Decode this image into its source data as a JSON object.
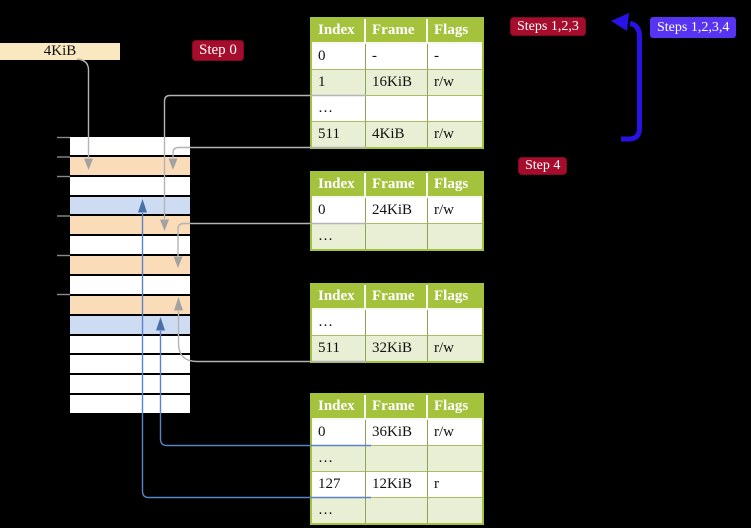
{
  "legend": {
    "page_size_label": "4KiB"
  },
  "badges": {
    "step0": "Step 0",
    "steps123": "Steps 1,2,3",
    "steps1234": "Steps 1,2,3,4",
    "step4": "Step 4"
  },
  "tables": [
    {
      "headers": [
        "Index",
        "Frame",
        "Flags"
      ],
      "rows": [
        {
          "cells": [
            "0",
            "-",
            "-"
          ]
        },
        {
          "cells": [
            "1",
            "16KiB",
            "r/w"
          ]
        },
        {
          "cells": [
            "…",
            "",
            ""
          ]
        },
        {
          "cells": [
            "511",
            "4KiB",
            "r/w"
          ],
          "highlight": true
        }
      ]
    },
    {
      "headers": [
        "Index",
        "Frame",
        "Flags"
      ],
      "rows": [
        {
          "cells": [
            "0",
            "24KiB",
            "r/w"
          ]
        },
        {
          "cells": [
            "…",
            "",
            ""
          ]
        }
      ]
    },
    {
      "headers": [
        "Index",
        "Frame",
        "Flags"
      ],
      "rows": [
        {
          "cells": [
            "…",
            "",
            ""
          ]
        },
        {
          "cells": [
            "511",
            "32KiB",
            "r/w"
          ]
        }
      ]
    },
    {
      "headers": [
        "Index",
        "Frame",
        "Flags"
      ],
      "rows": [
        {
          "cells": [
            "0",
            "36KiB",
            "r/w"
          ]
        },
        {
          "cells": [
            "…",
            "",
            ""
          ]
        },
        {
          "cells": [
            "127",
            "12KiB",
            "r"
          ]
        },
        {
          "cells": [
            "…",
            "",
            ""
          ]
        }
      ]
    }
  ],
  "memory": {
    "cells": [
      "white",
      "peach",
      "white",
      "blue",
      "peach",
      "white",
      "peach",
      "white",
      "peach",
      "blue",
      "white",
      "white",
      "white",
      "white"
    ]
  },
  "colors": {
    "header_green": "#a4c23c",
    "row_green": "#e9efd4",
    "highlight_yellow": "#ffff9d",
    "frame_peach": "#fbdcb9",
    "frame_blue": "#cddcf3",
    "label_wheat": "#f9e8c0",
    "badge_red": "#a60d2c",
    "badge_blue": "#5634f2",
    "big_arrow_blue": "#2912e6",
    "connector_gray": "#b4b4b4",
    "connector_steelblue": "#5b82c4"
  }
}
